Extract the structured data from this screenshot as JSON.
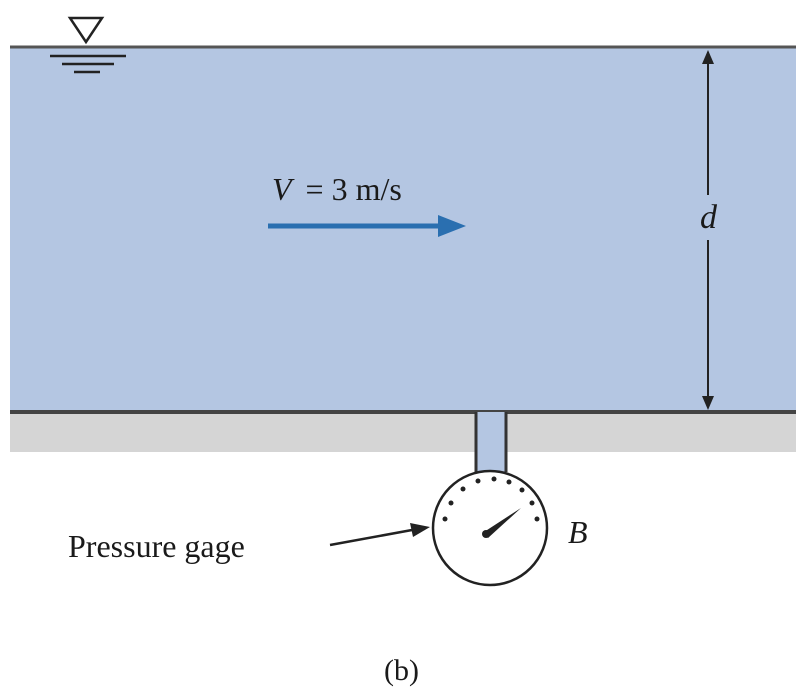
{
  "figure": {
    "velocity_label": "V = 3 m/s",
    "velocity_symbol": "V",
    "velocity_value": "= 3 m/s",
    "depth_label": "d",
    "gage_label": "Pressure gage",
    "gage_point_label": "B",
    "caption": "(b)"
  },
  "colors": {
    "water": "#b4c6e2",
    "channel_floor": "#d5d5d5",
    "velocity_arrow": "#2a6fb0",
    "line": "#3a3a3a"
  },
  "icons": {
    "free_surface": "inverted-triangle-surface-icon",
    "gage": "pressure-gage-dial-icon"
  }
}
